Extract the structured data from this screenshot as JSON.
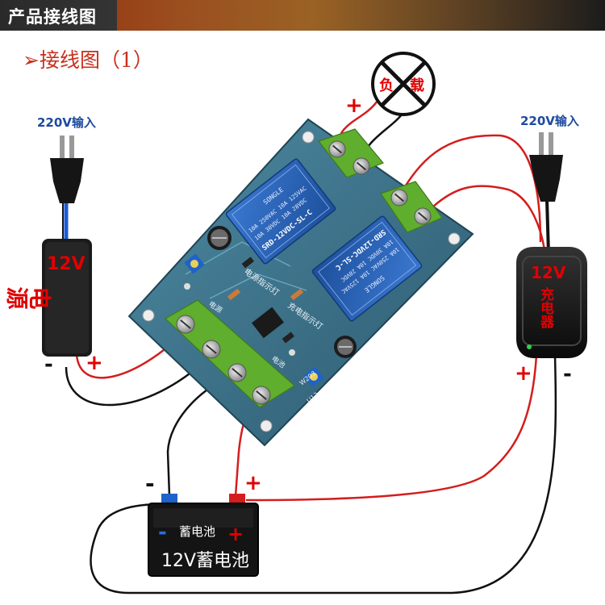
{
  "header": {
    "title": "产品接线图"
  },
  "subtitle": "➢接线图（1）",
  "inputs": {
    "left": "220V输入",
    "right": "220V输入"
  },
  "power_supply": {
    "line1": "12V",
    "line2": "电源",
    "neg": "-",
    "pos": "+"
  },
  "charger": {
    "line1": "12V",
    "line2": "充电器",
    "pos": "+",
    "neg": "-"
  },
  "load": {
    "left_char": "负",
    "right_char": "载",
    "pos": "+"
  },
  "battery": {
    "label_top": "蓄电池",
    "label_bottom": "12V蓄电池",
    "neg": "-",
    "pos": "+",
    "term_neg": "-",
    "term_pos": "+"
  },
  "relays": [
    {
      "brand": "SONGLE",
      "model": "SRD-12VDC-SL-C",
      "rating1": "10A 250VAC  10A 125VAC",
      "rating2": "10A 30VDC  10A 28VDC"
    },
    {
      "brand": "SONGLE",
      "model": "SRD-12VDC-SL-C",
      "rating1": "10A 250VAC  10A 125VAC",
      "rating2": "10A 30VDC  10A 28VDC"
    }
  ],
  "board": {
    "silk_power_ind": "电源指示灯",
    "silk_charge_ind": "充电指示灯",
    "silk_battery": "电池",
    "silk_power": "电源",
    "silk_pot": "W203",
    "silk_ic": "U12"
  },
  "colors": {
    "wire_red": "#d41d1d",
    "wire_black": "#111111",
    "pcb_blue": "#3d6f86",
    "terminal_green": "#5fae2e",
    "label_blue": "#1f4aa0",
    "accent_red": "#e10000"
  }
}
